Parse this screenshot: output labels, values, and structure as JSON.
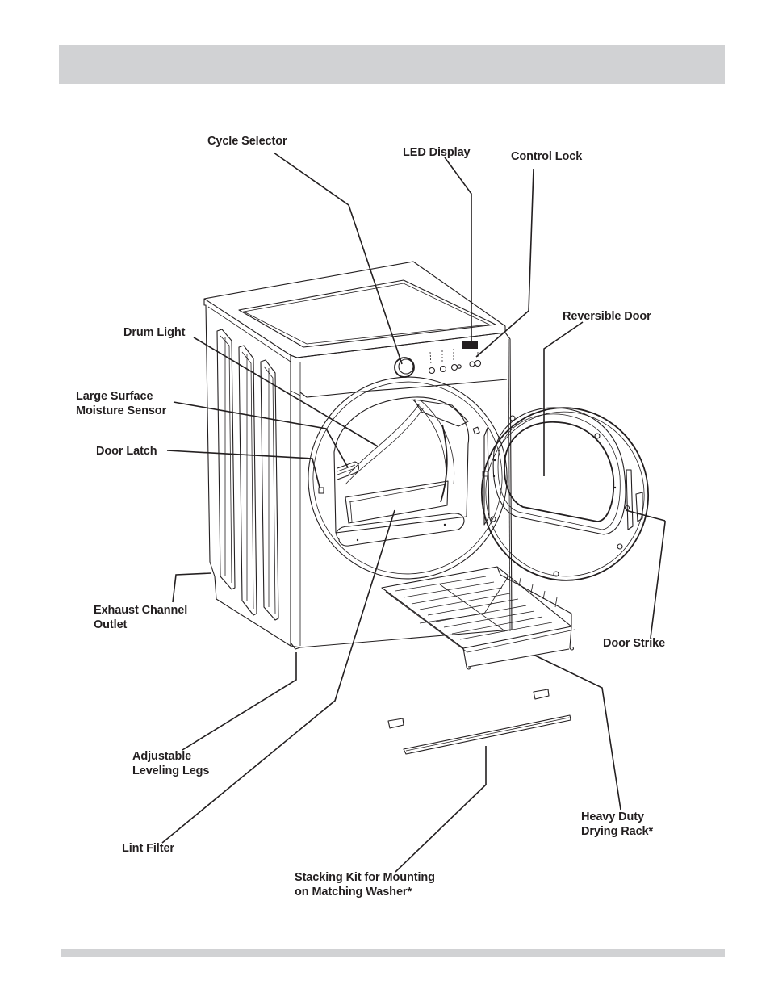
{
  "page": {
    "header_title": "",
    "colors": {
      "bar": "#d1d2d4",
      "ink": "#231f20",
      "background": "#ffffff"
    }
  },
  "diagram": {
    "subject": "Front-load clothes dryer with door open",
    "labels": {
      "cycle_selector": "Cycle Selector",
      "led_display": "LED Display",
      "control_lock": "Control Lock",
      "drum_light": "Drum Light",
      "reversible_door": "Reversible Door",
      "moisture_sensor": "Large Surface\nMoisture Sensor",
      "door_latch": "Door Latch",
      "exhaust_outlet": "Exhaust Channel\nOutlet",
      "door_strike": "Door Strike",
      "leveling_legs": "Adjustable\nLeveling Legs",
      "drying_rack": "Heavy Duty\nDrying Rack*",
      "lint_filter": "Lint Filter",
      "stacking_kit": "Stacking Kit for Mounting\non Matching Washer*"
    }
  }
}
